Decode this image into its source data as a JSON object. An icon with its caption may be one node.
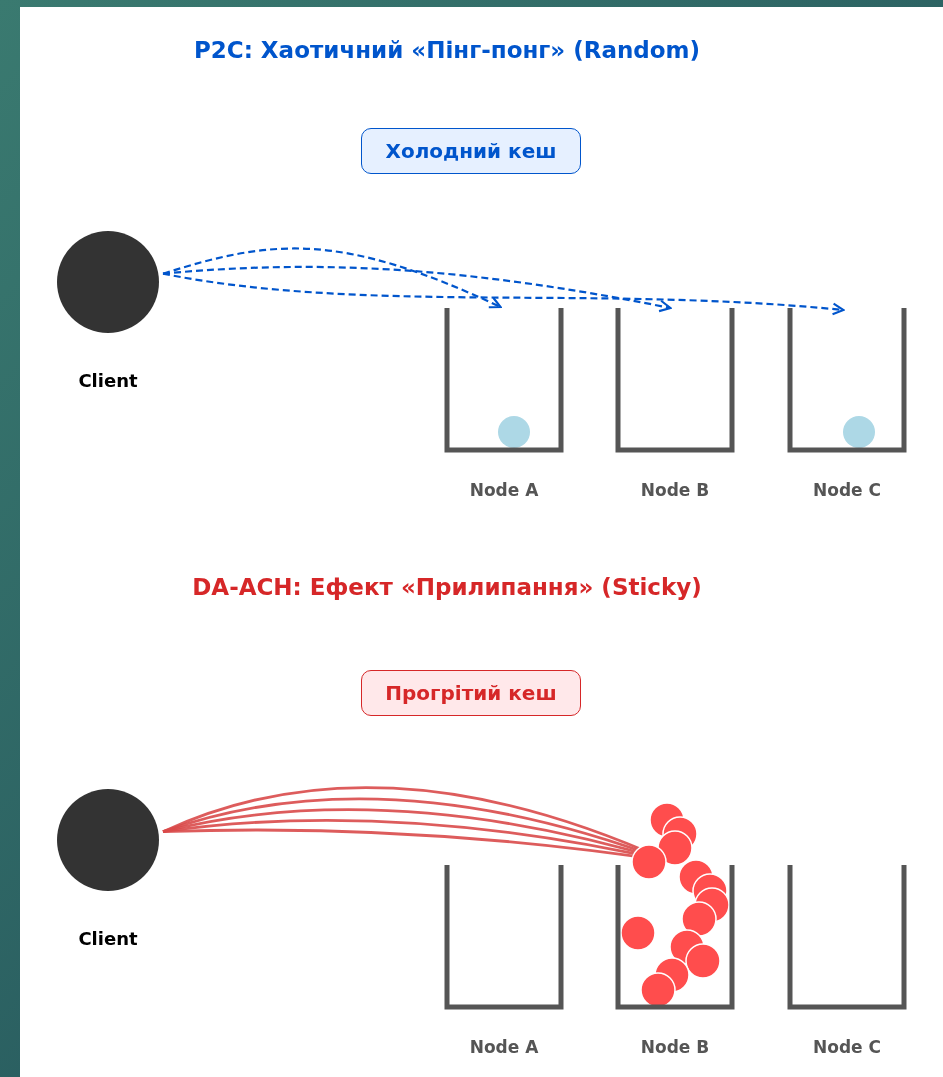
{
  "diagram": {
    "nodes": [
      {
        "text": [
          "Client"
        ]
      },
      {
        "text": [
          "Холодний кеш"
        ]
      },
      {
        "text": [
          "Node A"
        ]
      },
      {
        "text": [
          "Node B"
        ]
      },
      {
        "text": [
          "Node C"
        ]
      },
      {
        "text": [
          "Client"
        ]
      },
      {
        "text": [
          "Прогрітий кеш"
        ]
      },
      {
        "text": [
          "Node A"
        ]
      },
      {
        "text": [
          "Node B"
        ]
      },
      {
        "text": [
          "Node C"
        ]
      }
    ],
    "edges": [
      {
        "from": 0,
        "to": 2,
        "arrow": "to",
        "style": "dashed",
        "color": "#0055cc"
      },
      {
        "from": 0,
        "to": 3,
        "arrow": "to",
        "style": "dashed",
        "color": "#0055cc"
      },
      {
        "from": 0,
        "to": 4,
        "arrow": "to",
        "style": "dashed",
        "color": "#0055cc"
      },
      {
        "from": 5,
        "to": 8,
        "arrow": "to",
        "color": "#d94a4a"
      },
      {
        "from": 5,
        "to": 8,
        "arrow": "to",
        "color": "#d94a4a"
      },
      {
        "from": 5,
        "to": 8,
        "arrow": "to",
        "color": "#d94a4a"
      },
      {
        "from": 5,
        "to": 8,
        "arrow": "to",
        "color": "#d94a4a"
      },
      {
        "from": 5,
        "to": 8,
        "arrow": "to",
        "color": "#d94a4a"
      }
    ],
    "labels": [
      "P2C: Хаотичний «Пінг-понг» (Random)",
      "DA-ACH: Ефект «Прилипання» (Sticky)"
    ]
  }
}
